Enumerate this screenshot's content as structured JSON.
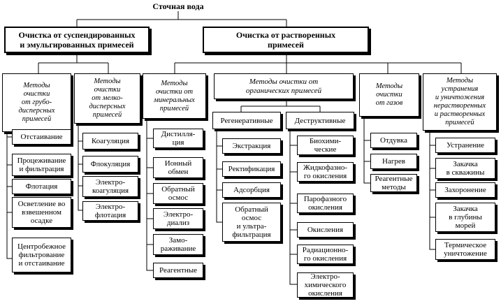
{
  "root": "Сточная вода",
  "top_nodes": {
    "suspended": "Очистка от суспендированных\nи эмульгированных примесей",
    "dissolved": "Очистка от растворенных\nпримесей"
  },
  "categories": {
    "coarse": {
      "title": "Методы\nочистки\nот грубо-\nдисперсных\nпримесей",
      "items": [
        "Отстаивание",
        "Процеживание\nи фильтрация",
        "Флотация",
        "Осветление во\nвзвешенном\nосадке",
        "Центробежное\nфильтрование\nи отстаивание"
      ]
    },
    "fine": {
      "title": "Методы\nочистки\nот мелко-\nдисперсных\nпримесей",
      "items": [
        "Коагуляция",
        "Флокуляция",
        "Электро-\nкоагуляция",
        "Электро-\nфлотация"
      ]
    },
    "mineral": {
      "title": "Методы\nочистки от\nминеральных\nпримесей",
      "items": [
        "Дистилля-\nция",
        "Ионный\nобмен",
        "Обратный\nосмос",
        "Электро-\nдиализ",
        "Замо-\nраживание",
        "Реагентные"
      ]
    },
    "organic": {
      "title": "Методы очистки от\nорганических примесей",
      "regenerative": {
        "title": "Регенеративные",
        "items": [
          "Экстракция",
          "Ректификация",
          "Адсорбция",
          "Обратный\nосмос\nи ультра-\nфильтрация"
        ]
      },
      "destructive": {
        "title": "Деструктивные",
        "items": [
          "Биохими-\nческие",
          "Жидкофазно-\nго окисления",
          "Парофазного\nокисления",
          "Окисления",
          "Радиационно-\nго окисления",
          "Электро-\nхимического\nокисления"
        ]
      }
    },
    "gas": {
      "title": "Методы\nочистки\nот газов",
      "items": [
        "Отдувка",
        "Нагрев",
        "Реагентные\nметоды"
      ]
    },
    "nondissolved": {
      "title": "Методы\nустранения\nи уничтожения\nнерастворенных\nи растворенных\nпримесей",
      "items": [
        "Устранение",
        "Закачка\nв скважины",
        "Захоронение",
        "Закачка\nв глубины\nморей",
        "Термическое\nуничтожение"
      ]
    }
  }
}
